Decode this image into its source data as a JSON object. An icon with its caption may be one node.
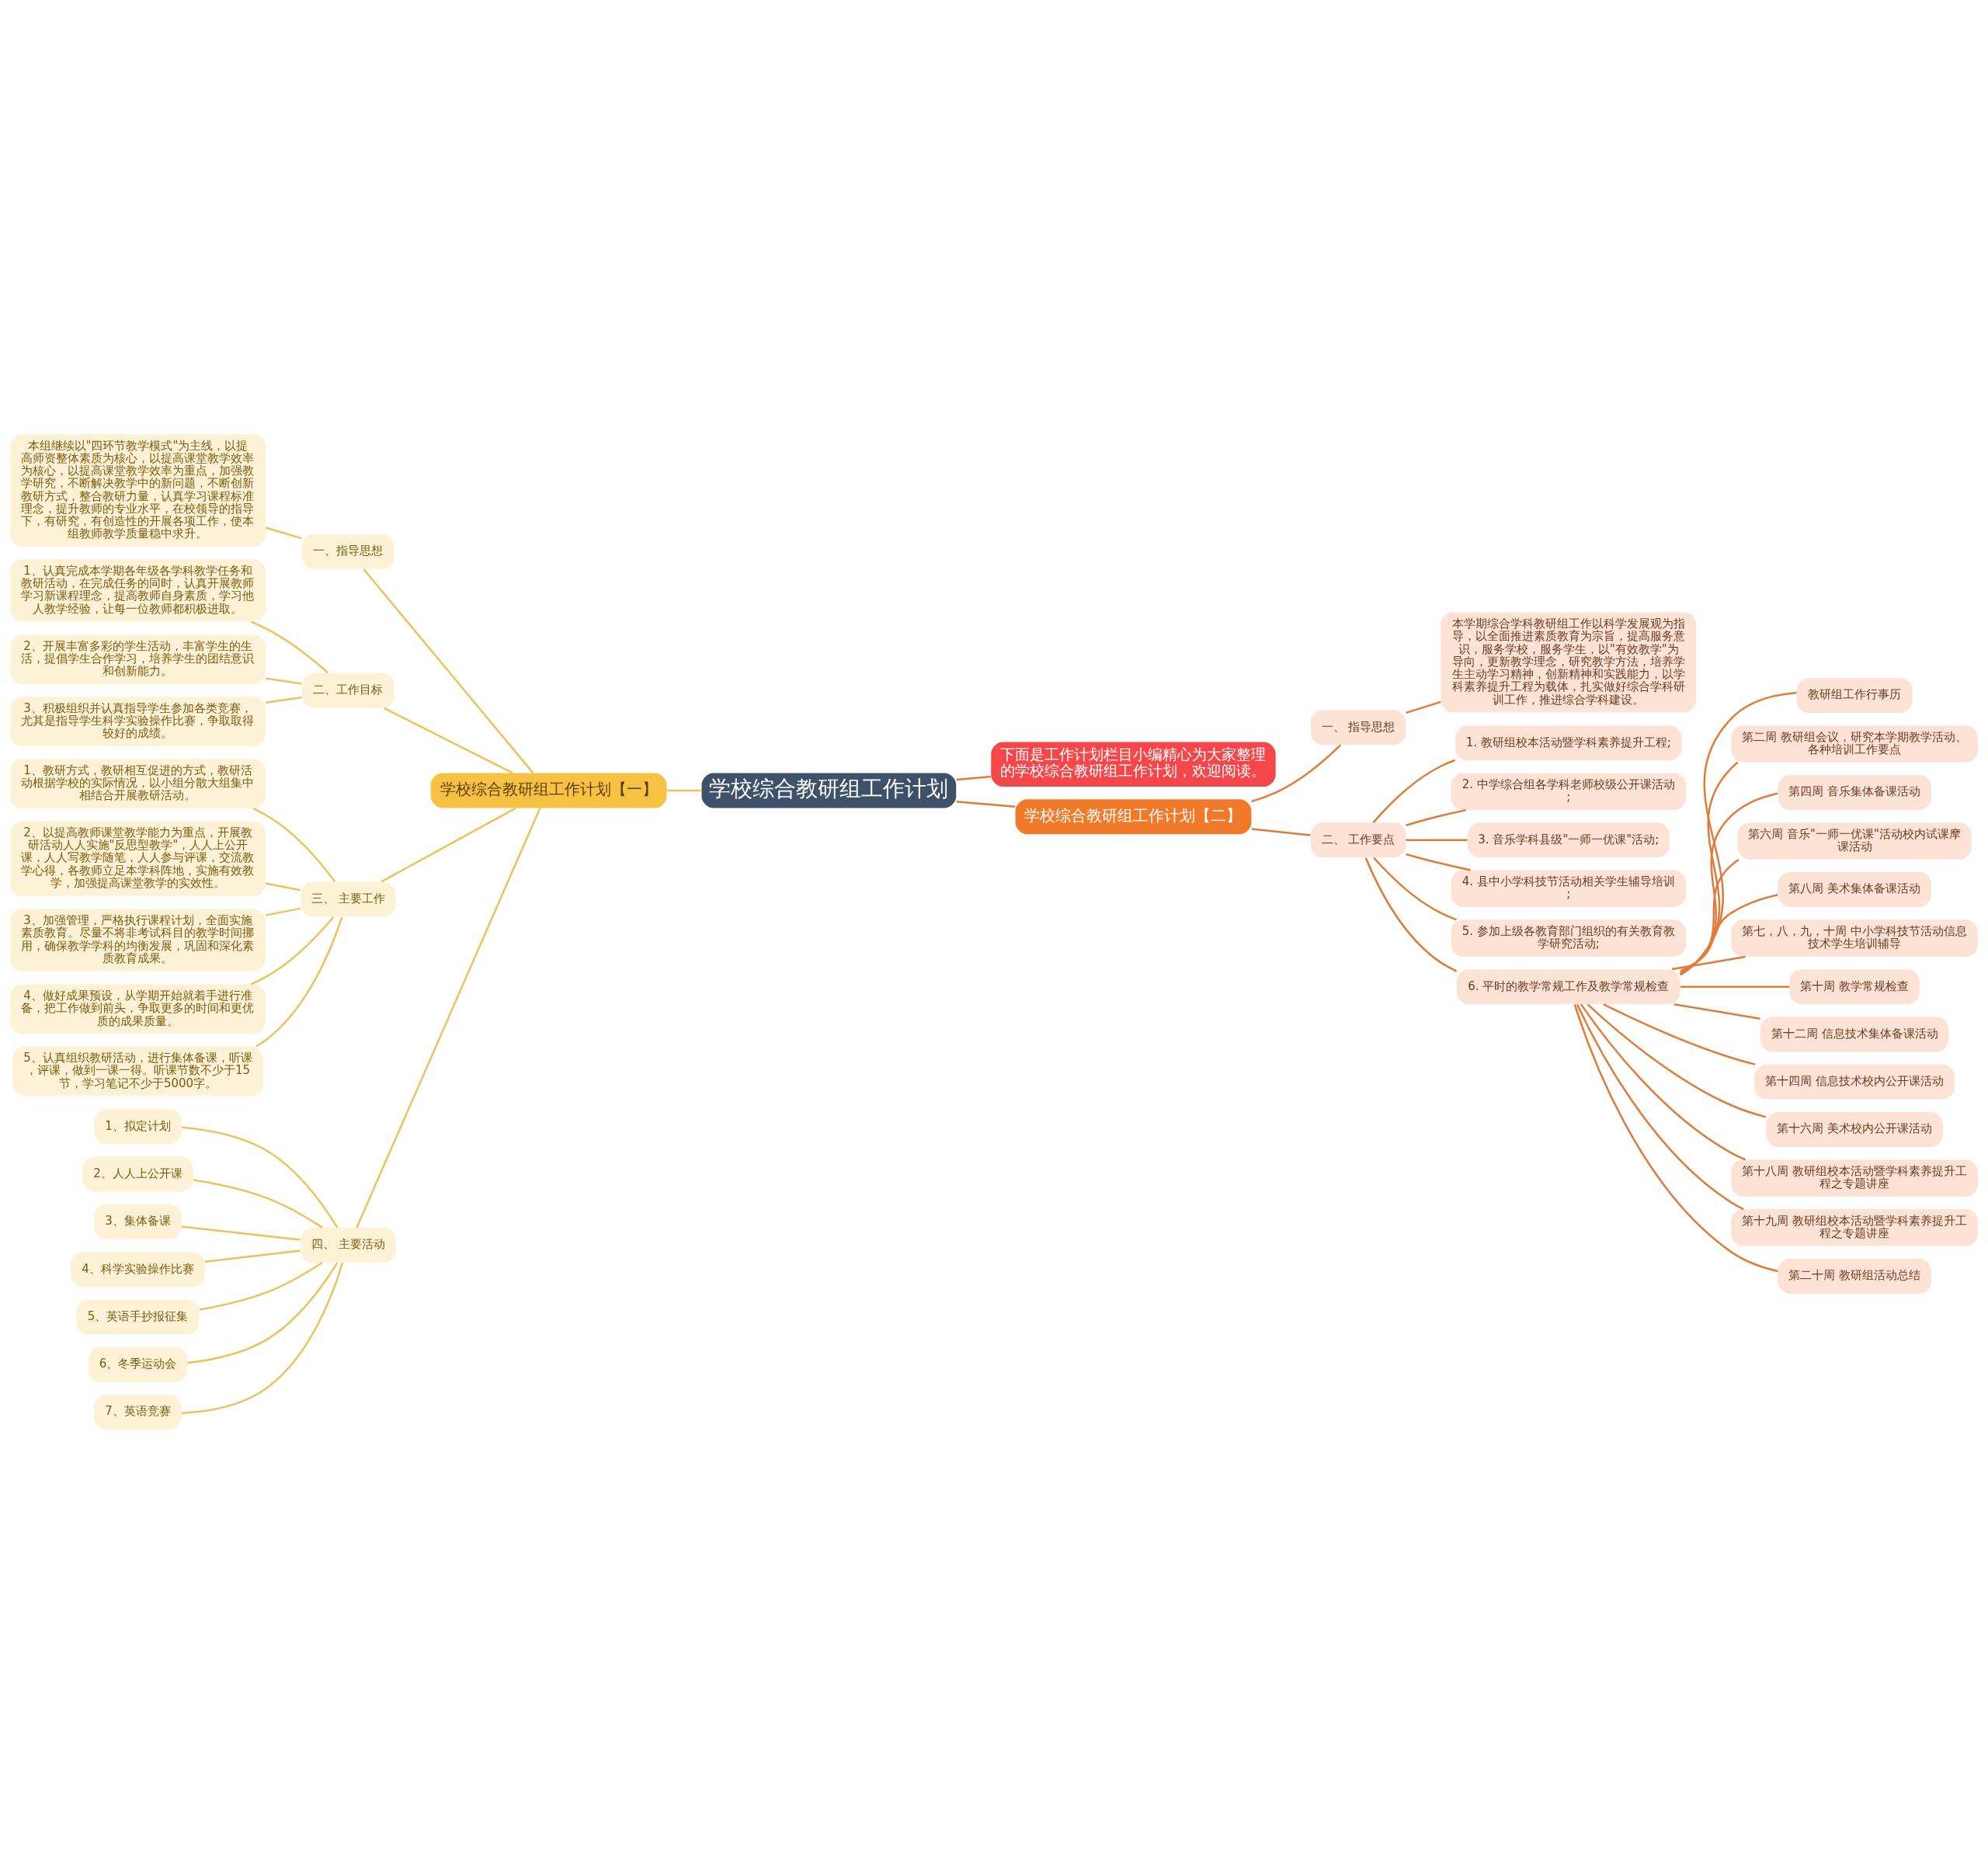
{
  "diagram": {
    "nodes": [
      {
        "text": [
          "学校综合教研组工作计划"
        ]
      },
      {
        "text": [
          "学校综合教研组工作计划【一】"
        ]
      },
      {
        "text": [
          "一、指导思想"
        ]
      },
      {
        "text": [
          "本组继续以\"四环节教学模式\"为主线，以提高师资整体素质为核心，以提高课堂教学效率为核心，以提高课堂教学效率为重点，加强教学研究，不断解决教学中的新问题，不断创新教研方式，整合教研力量，认真学习课程标准理念，提升教师的专业水平，在校领导的指导下，有研究，有创造性的开展各项工作，使本组教师教学质量稳中求升。"
        ]
      },
      {
        "text": [
          "二、工作目标"
        ]
      },
      {
        "text": [
          "1、认真完成本学期各年级各学科教学任务和教研活动，在完成任务的同时，认真开展教师学习新课程理念，提高教师自身素质，学习他人教学经验，让每一位教师都积极进取。"
        ]
      },
      {
        "text": [
          "2、开展丰富多彩的学生活动，丰富学生的生活，提倡学生合作学习，培养学生的团结意识和创新能力。"
        ]
      },
      {
        "text": [
          "3、积极组织并认真指导学生参加各类竞赛，尤其是指导学生科学实验操作比赛，争取取得较好的成绩。"
        ]
      },
      {
        "text": [
          "三、 主要工作"
        ]
      },
      {
        "text": [
          "1、教研方式，教研相互促进的方式，教研活动根据学校的实际情况，以小组分散大组集中相结合开展教研活动。"
        ]
      },
      {
        "text": [
          "2、以提高教师课堂教学能力为重点，开展教研活动人人实施\"反思型教学\"，人人上公开课，人人写教学随笔，人人参与评课，交流教学心得，各教师立足本学科阵地，实施有效教学，加强提高课堂教学的实效性。"
        ]
      },
      {
        "text": [
          "3、加强管理，严格执行课程计划，全面实施素质教育。尽量不将非考试科目的教学时间挪用，确保教学学科的均衡发展，巩固和深化素质教育成果。"
        ]
      },
      {
        "text": [
          "4、做好成果预设，从学期开始就着手进行准备，把工作做到前头，争取更多的时间和更优质的成果质量。"
        ]
      },
      {
        "text": [
          "5、认真组织教研活动，进行集体备课，听课，评课，做到一课一得。听课节数不少于15节，学习笔记不少于5000字。"
        ]
      },
      {
        "text": [
          "四、 主要活动"
        ]
      },
      {
        "text": [
          "1、拟定计划"
        ]
      },
      {
        "text": [
          "2、人人上公开课"
        ]
      },
      {
        "text": [
          "3、集体备课"
        ]
      },
      {
        "text": [
          "4、科学实验操作比赛"
        ]
      },
      {
        "text": [
          "5、英语手抄报征集"
        ]
      },
      {
        "text": [
          "6、冬季运动会"
        ]
      },
      {
        "text": [
          "7、英语竞赛"
        ]
      },
      {
        "text": [
          "下面是工作计划栏目小编精心为大家整理的学校综合教研组工作计划，欢迎阅读。"
        ]
      },
      {
        "text": [
          "学校综合教研组工作计划【二】"
        ]
      },
      {
        "text": [
          "一、 指导思想"
        ]
      },
      {
        "text": [
          "本学期综合学科教研组工作以科学发展观为指导，以全面推进素质教育为宗旨，提高服务意识，服务学校，服务学生，以\"有效教学\"为导向，更新教学理念，研究教学方法，培养学生主动学习精神，创新精神和实践能力，以学科素养提升工程为载体，扎实做好综合学科研训工作，推进综合学科建设。"
        ]
      },
      {
        "text": [
          "二、 工作要点"
        ]
      },
      {
        "text": [
          "1. 教研组校本活动暨学科素养提升工程;"
        ]
      },
      {
        "text": [
          "2. 中学综合组各学科老师校级公开课活动;"
        ]
      },
      {
        "text": [
          "3. 音乐学科县级\"一师一优课\"活动;"
        ]
      },
      {
        "text": [
          "4. 县中小学科技节活动相关学生辅导培训;"
        ]
      },
      {
        "text": [
          "5. 参加上级各教育部门组织的有关教育教学研究活动;"
        ]
      },
      {
        "text": [
          "6. 平时的教学常规工作及教学常规检查"
        ]
      },
      {
        "text": [
          "教研组工作行事历"
        ]
      },
      {
        "text": [
          "第二周 教研组会议，研究本学期教学活动、各种培训工作要点"
        ]
      },
      {
        "text": [
          "第四周 音乐集体备课活动"
        ]
      },
      {
        "text": [
          "第六周 音乐\"一师一优课\"活动校内试课摩课活动"
        ]
      },
      {
        "text": [
          "第八周 美术集体备课活动"
        ]
      },
      {
        "text": [
          "第七，八，九，十周 中小学科技节活动信息技术学生培训辅导"
        ]
      },
      {
        "text": [
          "第十周 教学常规检查"
        ]
      },
      {
        "text": [
          "第十二周 信息技术集体备课活动"
        ]
      },
      {
        "text": [
          "第十四周 信息技术校内公开课活动"
        ]
      },
      {
        "text": [
          "第十六周 美术校内公开课活动"
        ]
      },
      {
        "text": [
          "第十八周 教研组校本活动暨学科素养提升工程之专题讲座"
        ]
      },
      {
        "text": [
          "第十九周 教研组校本活动暨学科素养提升工程之专题讲座"
        ]
      },
      {
        "text": [
          "第二十周 教研组活动总结"
        ]
      }
    ],
    "edges": [
      {
        "from": 0,
        "to": 1,
        "arrow": "none",
        "color": "#eec25a"
      },
      {
        "from": 1,
        "to": 2,
        "arrow": "none",
        "color": "#eec25a"
      },
      {
        "from": 2,
        "to": 3,
        "arrow": "none",
        "color": "#eec25a"
      },
      {
        "from": 1,
        "to": 4,
        "arrow": "none",
        "color": "#eec25a"
      },
      {
        "from": 4,
        "to": 5,
        "arrow": "none",
        "color": "#eec25a"
      },
      {
        "from": 4,
        "to": 6,
        "arrow": "none",
        "color": "#eec25a"
      },
      {
        "from": 4,
        "to": 7,
        "arrow": "none",
        "color": "#eec25a"
      },
      {
        "from": 1,
        "to": 8,
        "arrow": "none",
        "color": "#eec25a"
      },
      {
        "from": 8,
        "to": 9,
        "arrow": "none",
        "color": "#eec25a"
      },
      {
        "from": 8,
        "to": 10,
        "arrow": "none",
        "color": "#eec25a"
      },
      {
        "from": 8,
        "to": 11,
        "arrow": "none",
        "color": "#eec25a"
      },
      {
        "from": 8,
        "to": 12,
        "arrow": "none",
        "color": "#eec25a"
      },
      {
        "from": 8,
        "to": 13,
        "arrow": "none",
        "color": "#eec25a"
      },
      {
        "from": 1,
        "to": 14,
        "arrow": "none",
        "color": "#eec25a"
      },
      {
        "from": 14,
        "to": 15,
        "arrow": "none",
        "color": "#eec25a"
      },
      {
        "from": 14,
        "to": 16,
        "arrow": "none",
        "color": "#eec25a"
      },
      {
        "from": 14,
        "to": 17,
        "arrow": "none",
        "color": "#eec25a"
      },
      {
        "from": 14,
        "to": 18,
        "arrow": "none",
        "color": "#eec25a"
      },
      {
        "from": 14,
        "to": 19,
        "arrow": "none",
        "color": "#eec25a"
      },
      {
        "from": 14,
        "to": 20,
        "arrow": "none",
        "color": "#eec25a"
      },
      {
        "from": 14,
        "to": 21,
        "arrow": "none",
        "color": "#eec25a"
      },
      {
        "from": 0,
        "to": 22,
        "arrow": "none"
      },
      {
        "from": 0,
        "to": 23,
        "arrow": "none"
      },
      {
        "from": 23,
        "to": 24,
        "arrow": "none"
      },
      {
        "from": 24,
        "to": 25,
        "arrow": "none"
      },
      {
        "from": 23,
        "to": 26,
        "arrow": "none"
      },
      {
        "from": 26,
        "to": 27,
        "arrow": "none"
      },
      {
        "from": 26,
        "to": 28,
        "arrow": "none"
      },
      {
        "from": 26,
        "to": 29,
        "arrow": "none"
      },
      {
        "from": 26,
        "to": 30,
        "arrow": "none"
      },
      {
        "from": 26,
        "to": 31,
        "arrow": "none"
      },
      {
        "from": 26,
        "to": 32,
        "arrow": "none"
      },
      {
        "from": 32,
        "to": 33,
        "arrow": "none"
      },
      {
        "from": 32,
        "to": 34,
        "arrow": "none"
      },
      {
        "from": 32,
        "to": 35,
        "arrow": "none"
      },
      {
        "from": 32,
        "to": 36,
        "arrow": "none"
      },
      {
        "from": 32,
        "to": 37,
        "arrow": "none"
      },
      {
        "from": 32,
        "to": 38,
        "arrow": "none"
      },
      {
        "from": 32,
        "to": 39,
        "arrow": "none"
      },
      {
        "from": 32,
        "to": 40,
        "arrow": "none"
      },
      {
        "from": 32,
        "to": 41,
        "arrow": "none"
      },
      {
        "from": 32,
        "to": 42,
        "arrow": "none"
      },
      {
        "from": 32,
        "to": 43,
        "arrow": "none"
      },
      {
        "from": 32,
        "to": 44,
        "arrow": "none"
      },
      {
        "from": 32,
        "to": 45,
        "arrow": "none"
      }
    ]
  }
}
